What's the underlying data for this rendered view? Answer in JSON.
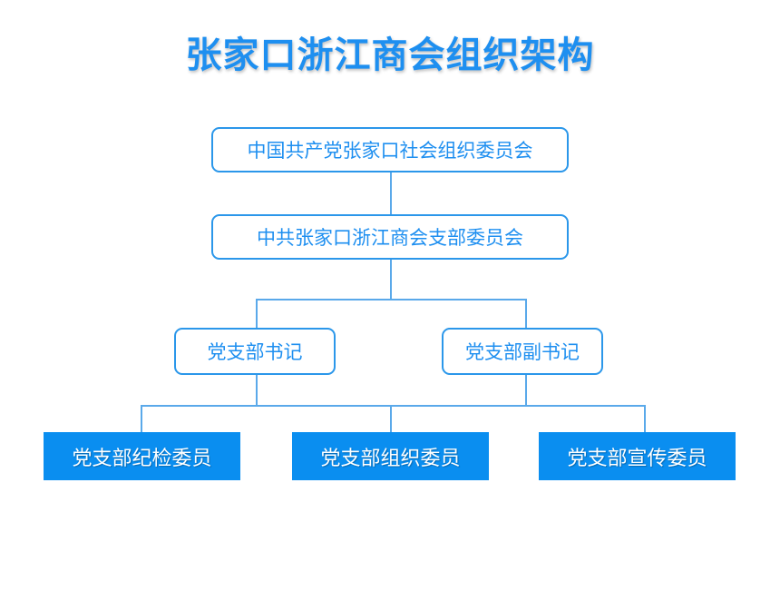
{
  "title": "张家口浙江商会组织架构",
  "nodes": {
    "top": "中国共产党张家口社会组织委员会",
    "branch_committee": "中共张家口浙江商会支部委员会",
    "secretary": "党支部书记",
    "deputy_secretary": "党支部副书记",
    "discipline_member": "党支部纪检委员",
    "organization_member": "党支部组织委员",
    "publicity_member": "党支部宣传委员"
  },
  "colors": {
    "accent": "#1e8ff0",
    "filled_box": "#0a8ef0",
    "connector": "#5aa9ea"
  }
}
